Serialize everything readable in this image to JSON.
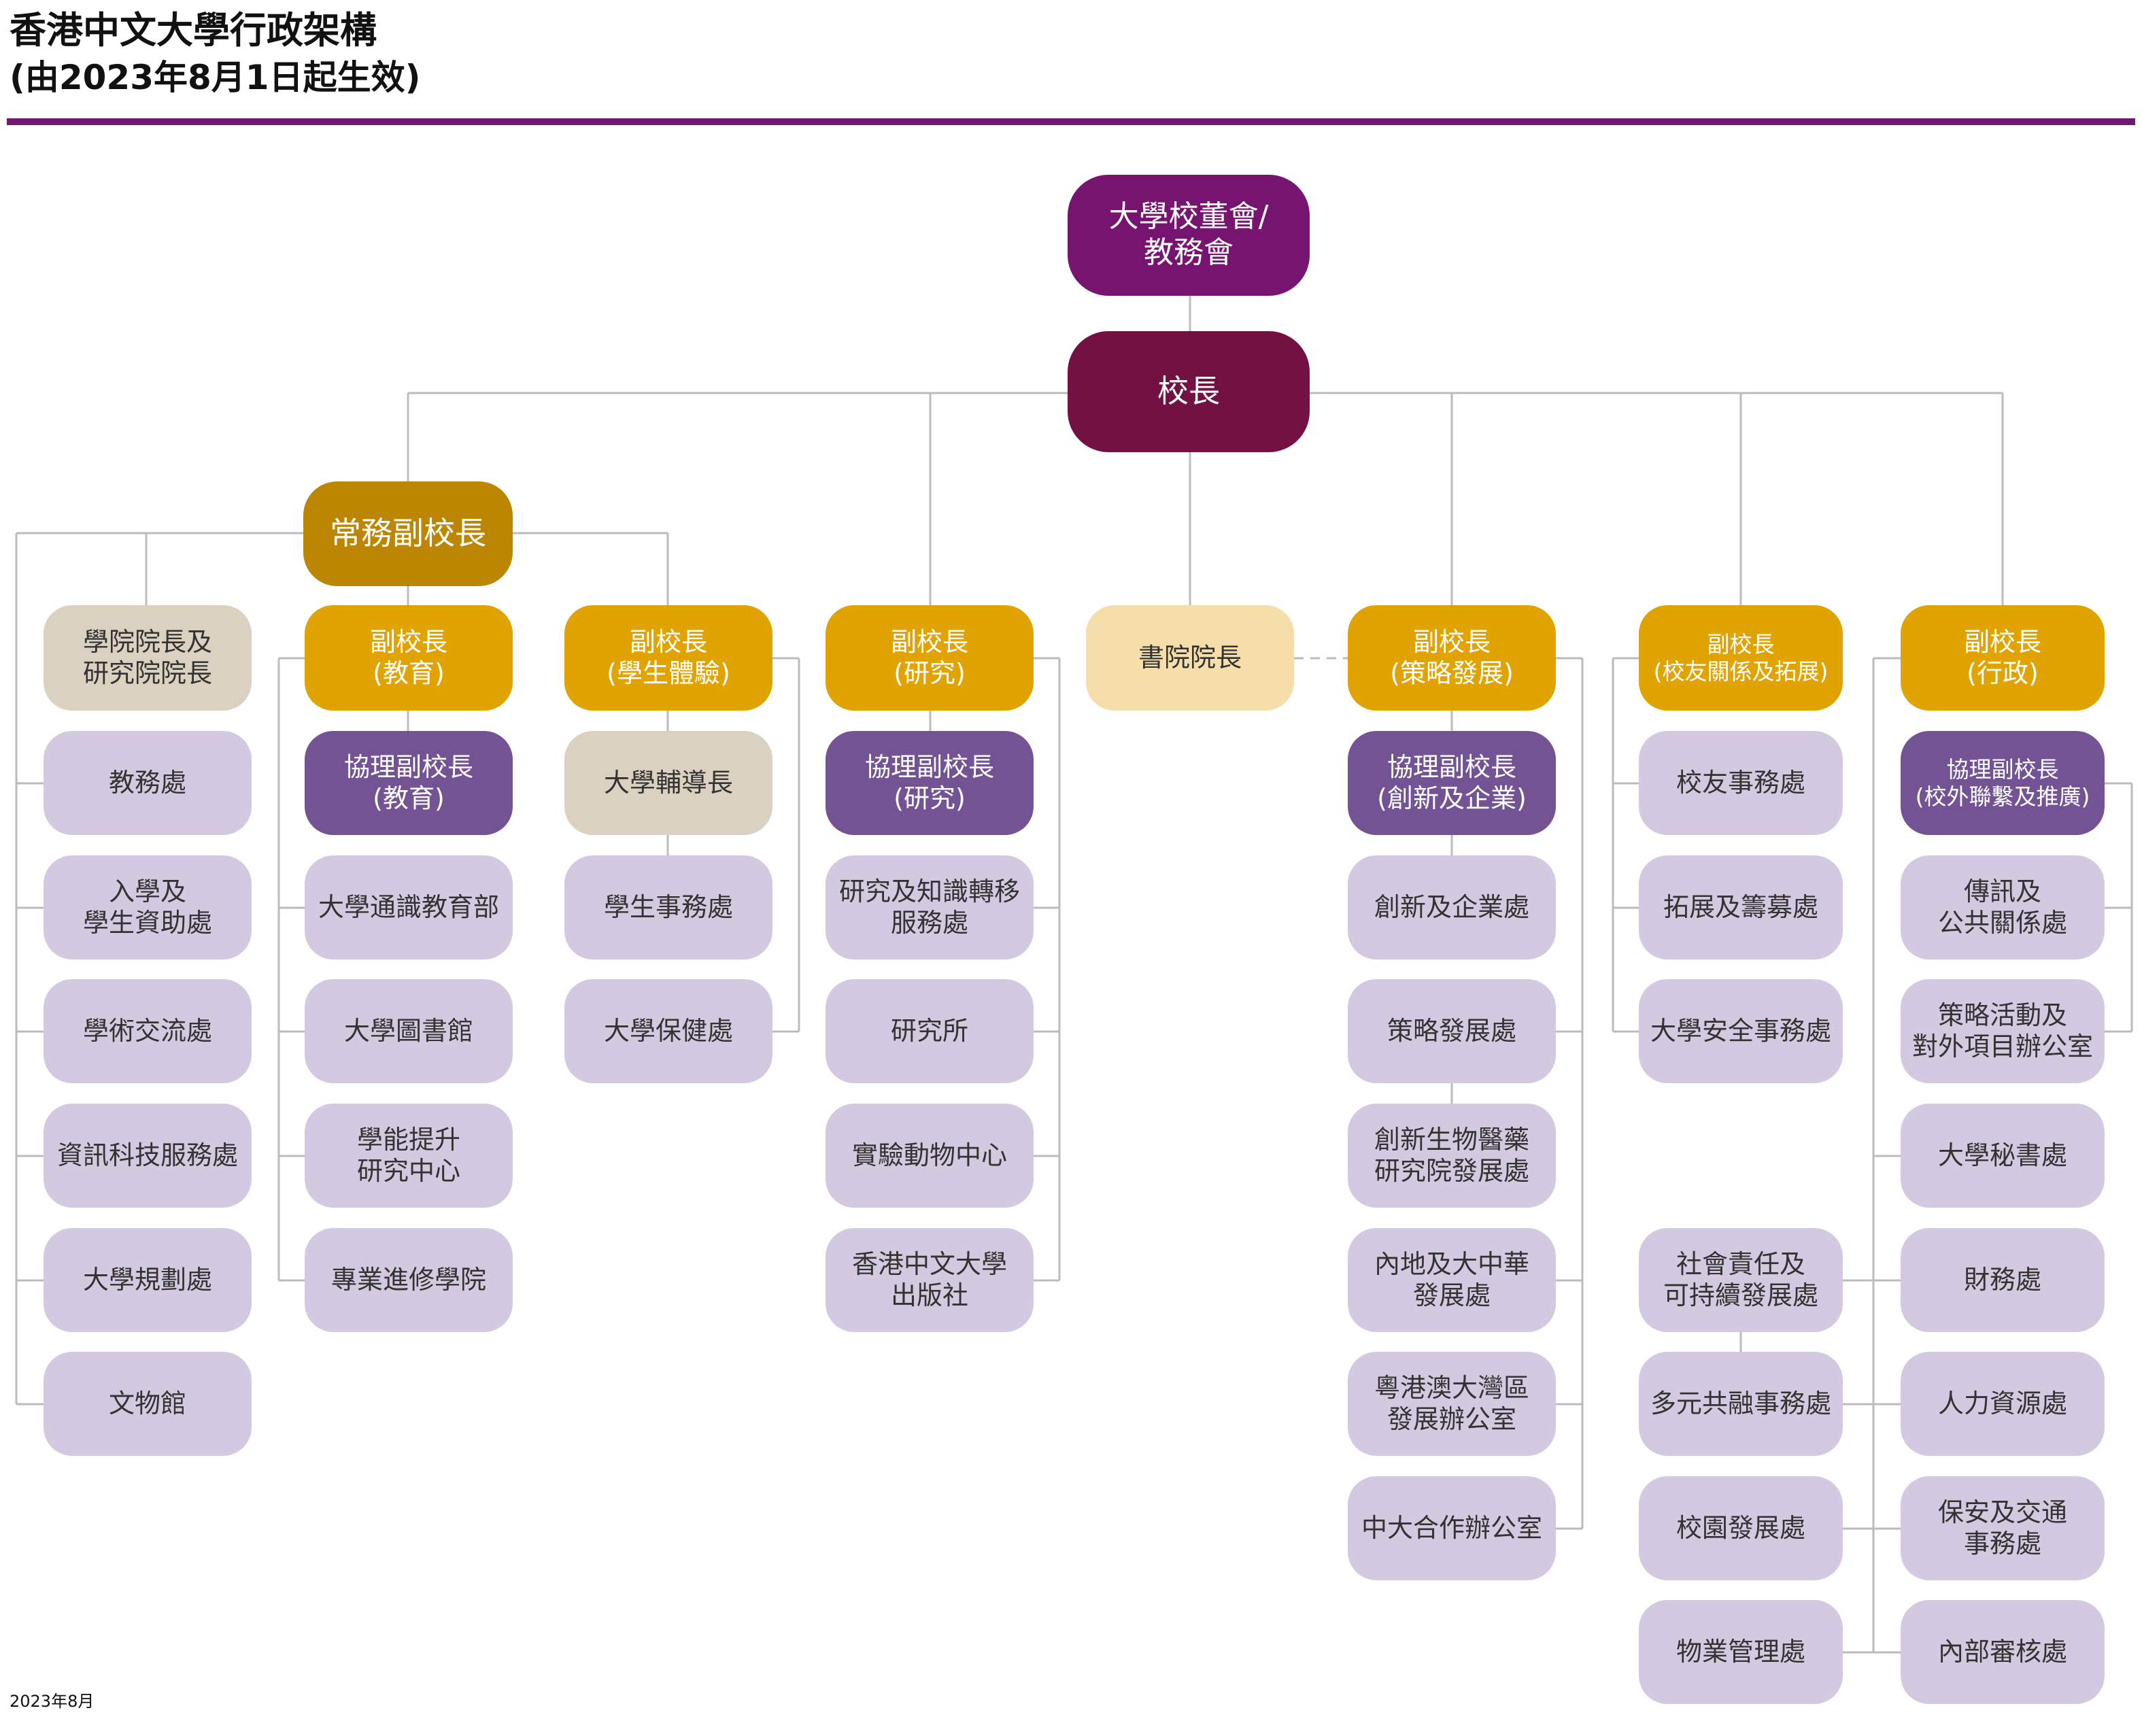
{
  "title": "香港中文大學行政架構",
  "subtitle": "(由2023年8月1日起生效)",
  "footer_date": "2023年8月",
  "colors": {
    "accent_rule": "#6e1a73",
    "connector": "#bbbbbb",
    "council": "#761470",
    "president": "#731143",
    "provost": "#bc8600",
    "vice_president": "#e0a300",
    "college_heads": "#f6deaa",
    "deans": "#dbd1c0",
    "associate_vp": "#745395",
    "unit": "#d3cae1"
  },
  "nodes": {
    "council": "大學校董會/\n教務會",
    "president": "校長",
    "provost": "常務副校長",
    "deans": "學院院長及\n研究院院長",
    "registry": "教務處",
    "admissions": "入學及\n學生資助處",
    "academic_links": "學術交流處",
    "itsc": "資訊科技服務處",
    "planning": "大學規劃處",
    "art_museum": "文物館",
    "vp_edu": "副校長\n(教育)",
    "avp_edu": "協理副校長\n(教育)",
    "general_edu": "大學通識教育部",
    "library": "大學圖書館",
    "celt": "學能提升\n研究中心",
    "scs": "專業進修學院",
    "vp_student": "副校長\n(學生體驗)",
    "dean_students": "大學輔導長",
    "osa": "學生事務處",
    "health": "大學保健處",
    "vp_research": "副校長\n(研究)",
    "avp_research": "協理副校長\n(研究)",
    "ortks": "研究及知識轉移\n服務處",
    "institutes": "研究所",
    "lab_animal": "實驗動物中心",
    "press": "香港中文大學\n出版社",
    "college_heads": "書院院長",
    "vp_strategy": "副校長\n(策略發展)",
    "avp_innovation": "協理副校長\n(創新及企業)",
    "innovation_office": "創新及企業處",
    "strategy_office": "策略發展處",
    "biomed": "創新生物醫藥\n研究院發展處",
    "mainland": "內地及大中華\n發展處",
    "gba": "粵港澳大灣區\n發展辦公室",
    "partnership": "中大合作辦公室",
    "vp_alumni": "副校長\n(校友關係及拓展)",
    "alumni_affairs": "校友事務處",
    "development": "拓展及籌募處",
    "safety": "大學安全事務處",
    "csr": "社會責任及\n可持續發展處",
    "diversity": "多元共融事務處",
    "campus_dev": "校園發展處",
    "estates": "物業管理處",
    "vp_admin": "副校長\n(行政)",
    "avp_external": "協理副校長\n(校外聯繫及推廣)",
    "communications": "傳訊及\n公共關係處",
    "strategic_events": "策略活動及\n對外項目辦公室",
    "secretariat": "大學秘書處",
    "finance": "財務處",
    "hr": "人力資源處",
    "security": "保安及交通\n事務處",
    "audit": "內部審核處"
  }
}
